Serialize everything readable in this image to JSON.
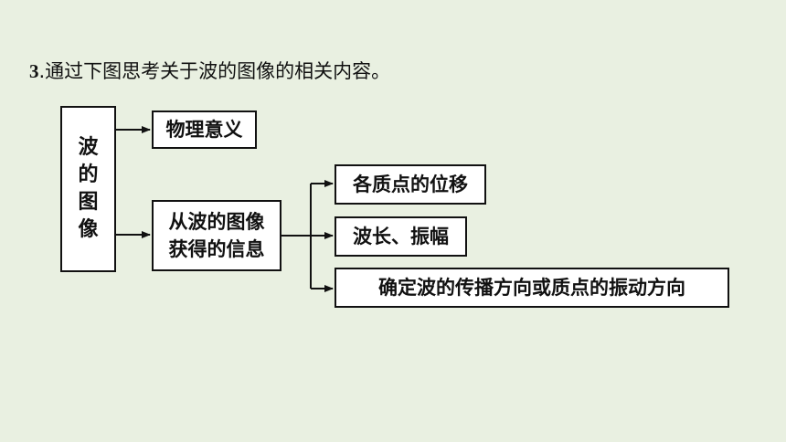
{
  "heading": {
    "number": "3",
    "text": ".通过下图思考关于波的图像的相关内容。"
  },
  "diagram": {
    "root": {
      "chars": [
        "波",
        "的",
        "图",
        "像"
      ]
    },
    "physical_meaning": "物理意义",
    "info_from_image": {
      "line1": "从波的图像",
      "line2": "获得的信息"
    },
    "items": [
      "各质点的位移",
      "波长、振幅",
      "确定波的传播方向或质点的振动方向"
    ]
  }
}
